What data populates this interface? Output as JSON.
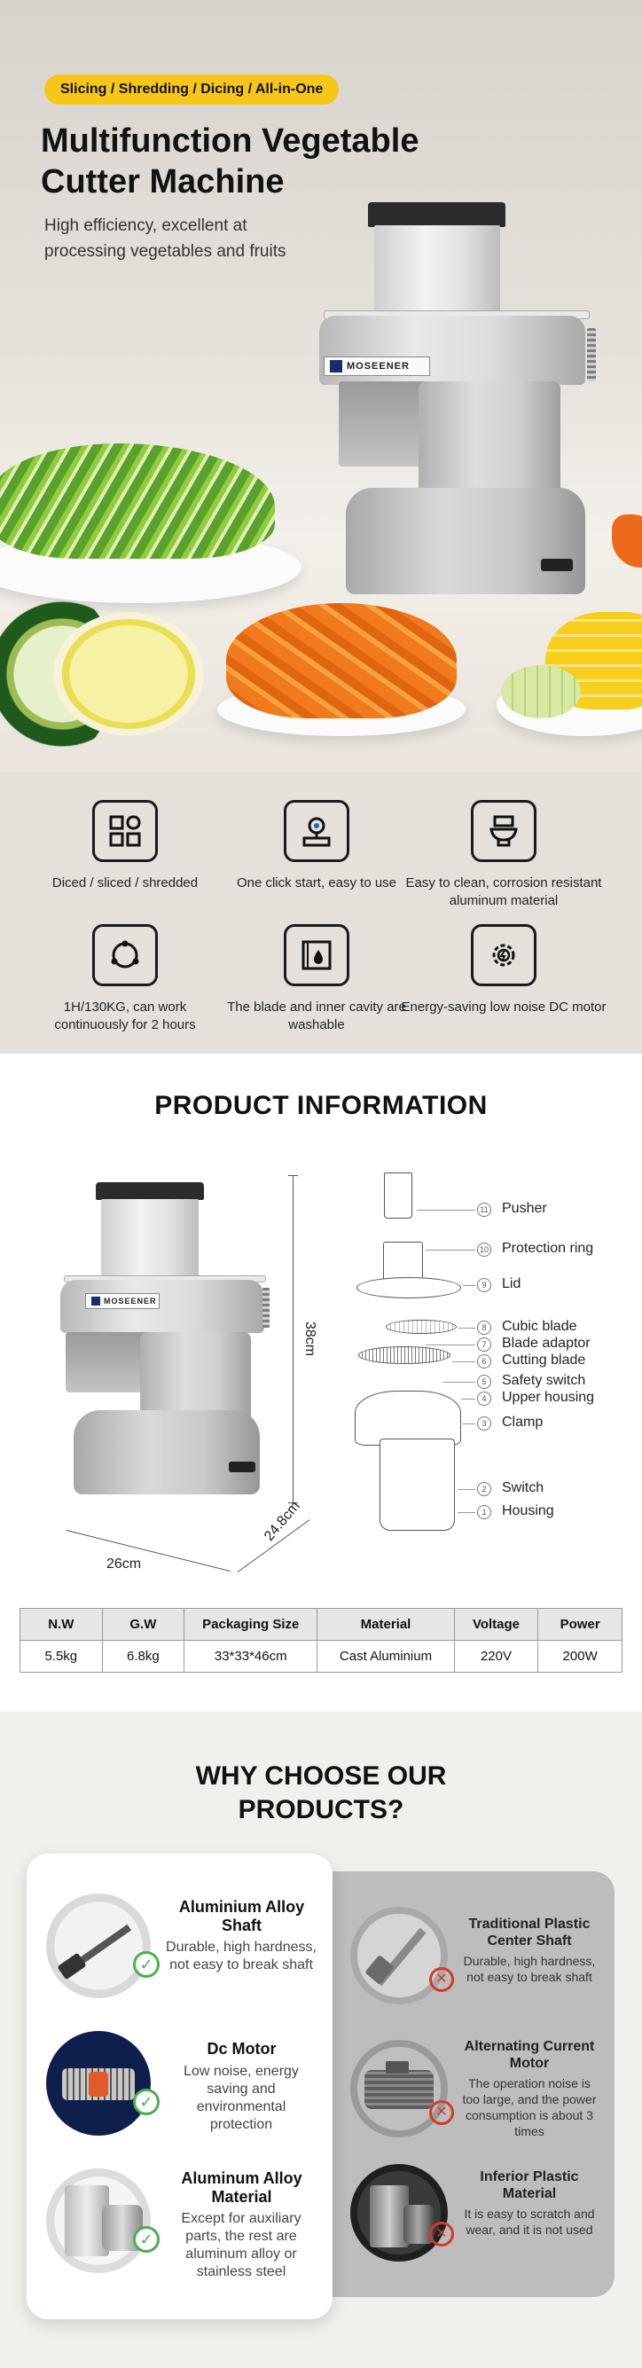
{
  "hero": {
    "badge": "Slicing / Shredding / Dicing / All-in-One",
    "title": "Multifunction Vegetable Cutter Machine",
    "subtitle": "High efficiency, excellent at processing vegetables and fruits",
    "brand": "MOSEENER"
  },
  "features": [
    {
      "icon": "grid-icon",
      "label": "Diced / sliced / shredded"
    },
    {
      "icon": "power-button-icon",
      "label": "One click start, easy to use"
    },
    {
      "icon": "toilet-clean-icon",
      "label": "Easy to clean, corrosion resistant aluminum material"
    },
    {
      "icon": "cycle-icon",
      "label": "1H/130KG, can work continuously for 2 hours"
    },
    {
      "icon": "washable-icon",
      "label": "The blade and inner cavity are washable"
    },
    {
      "icon": "motor-gear-icon",
      "label": "Energy-saving low noise DC motor"
    }
  ],
  "product_info": {
    "title": "PRODUCT INFORMATION",
    "height_label": "38cm",
    "width_label": "26cm",
    "depth_label": "24.8cm",
    "parts": [
      {
        "num": "11",
        "label": "Pusher"
      },
      {
        "num": "10",
        "label": "Protection ring"
      },
      {
        "num": "9",
        "label": "Lid"
      },
      {
        "num": "8",
        "label": "Cubic blade"
      },
      {
        "num": "7",
        "label": "Blade adaptor"
      },
      {
        "num": "6",
        "label": "Cutting blade"
      },
      {
        "num": "5",
        "label": "Safety switch"
      },
      {
        "num": "4",
        "label": "Upper housing"
      },
      {
        "num": "3",
        "label": "Clamp"
      },
      {
        "num": "2",
        "label": "Switch"
      },
      {
        "num": "1",
        "label": "Housing"
      }
    ],
    "table": {
      "headers": [
        "N.W",
        "G.W",
        "Packaging Size",
        "Material",
        "Voltage",
        "Power"
      ],
      "row": [
        "5.5kg",
        "6.8kg",
        "33*33*46cm",
        "Cast Aluminium",
        "220V",
        "200W"
      ]
    }
  },
  "why": {
    "title": "WHY CHOOSE OUR PRODUCTS?",
    "ours": [
      {
        "heading": "Aluminium Alloy Shaft",
        "text": "Durable, high hardness, not easy to break shaft"
      },
      {
        "heading": "Dc Motor",
        "text": "Low noise, energy saving and environmental protection"
      },
      {
        "heading": "Aluminum Alloy Material",
        "text": "Except for auxiliary parts, the rest are aluminum alloy or stainless steel"
      }
    ],
    "theirs": [
      {
        "heading": "Traditional Plastic Center Shaft",
        "text": "Durable, high hardness, not easy to break shaft"
      },
      {
        "heading": "Alternating Current Motor",
        "text": "The operation noise is too large, and the power consumption is about 3 times"
      },
      {
        "heading": "Inferior Plastic Material",
        "text": "It is easy to scratch and wear, and it is not used"
      }
    ]
  },
  "colors": {
    "accent": "#f6c619",
    "good": "#4caf50",
    "bad": "#d23a2b"
  }
}
